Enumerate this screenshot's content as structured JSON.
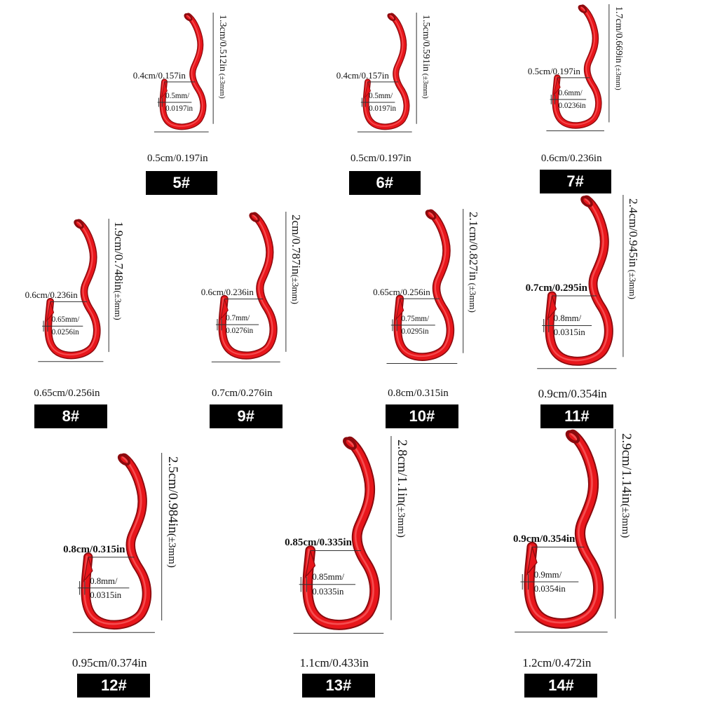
{
  "colors": {
    "hook": "#e8161b",
    "hook_dark": "#8c0a0e",
    "hook_light": "#ff7a7a",
    "line": "#333333",
    "tag_bg": "#000000",
    "tag_text": "#ffffff"
  },
  "icon": "fishing-hook-icon",
  "hooks": [
    {
      "size": "5#",
      "length": "1.3cm/0.512in",
      "tol": " (±3mm)",
      "gap": "0.4cm/0.157in",
      "wire_mm": "0.5mm/",
      "wire_in": "0.0197in",
      "width": "0.5cm/0.197in"
    },
    {
      "size": "6#",
      "length": "1.5cm/0.591in",
      "tol": " (±3mm)",
      "gap": "0.4cm/0.157in",
      "wire_mm": "0.5mm/",
      "wire_in": "0.0197in",
      "width": "0.5cm/0.197in"
    },
    {
      "size": "7#",
      "length": "1.7cm/0.669in",
      "tol": " (±3mm)",
      "gap": "0.5cm/0.197in",
      "wire_mm": "0.6mm/",
      "wire_in": "0.0236in",
      "width": "0.6cm/0.236in"
    },
    {
      "size": "8#",
      "length": "1.9cm/0.748in",
      "tol": "(±3mm)",
      "gap": "0.6cm/0.236in",
      "wire_mm": "0.65mm/",
      "wire_in": "0.0256in",
      "width": "0.65cm/0.256in"
    },
    {
      "size": "9#",
      "length": "2cm/0.787in",
      "tol": "(±3mm)",
      "gap": "0.6cm/0.236in",
      "wire_mm": "0.7mm/",
      "wire_in": "0.0276in",
      "width": "0.7cm/0.276in"
    },
    {
      "size": "10#",
      "length": "2.1cm/0.827in",
      "tol": " (±3mm)",
      "gap": "0.65cm/0.256in",
      "wire_mm": "0.75mm/",
      "wire_in": "0.0295in",
      "width": "0.8cm/0.315in"
    },
    {
      "size": "11#",
      "length": "2.4cm/0.945in",
      "tol": " (±3mm)",
      "gap": "0.7cm/0.295in",
      "wire_mm": "0.8mm/",
      "wire_in": "0.0315in",
      "width": "0.9cm/0.354in"
    },
    {
      "size": "12#",
      "length": "2.5cm/0.984in",
      "tol": "(±3mm)",
      "gap": "0.8cm/0.315in",
      "wire_mm": "0.8mm/",
      "wire_in": "0.0315in",
      "width": "0.95cm/0.374in"
    },
    {
      "size": "13#",
      "length": "2.8cm/1.1in",
      "tol": "(±3mm)",
      "gap": "0.85cm/0.335in",
      "wire_mm": "0.85mm/",
      "wire_in": "0.0335in",
      "width": "1.1cm/0.433in"
    },
    {
      "size": "14#",
      "length": "2.9cm/1.14in",
      "tol": "(±3mm)",
      "gap": "0.9cm/0.354in",
      "wire_mm": "0.9mm/",
      "wire_in": "0.0354in",
      "width": "1.2cm/0.472in"
    }
  ]
}
